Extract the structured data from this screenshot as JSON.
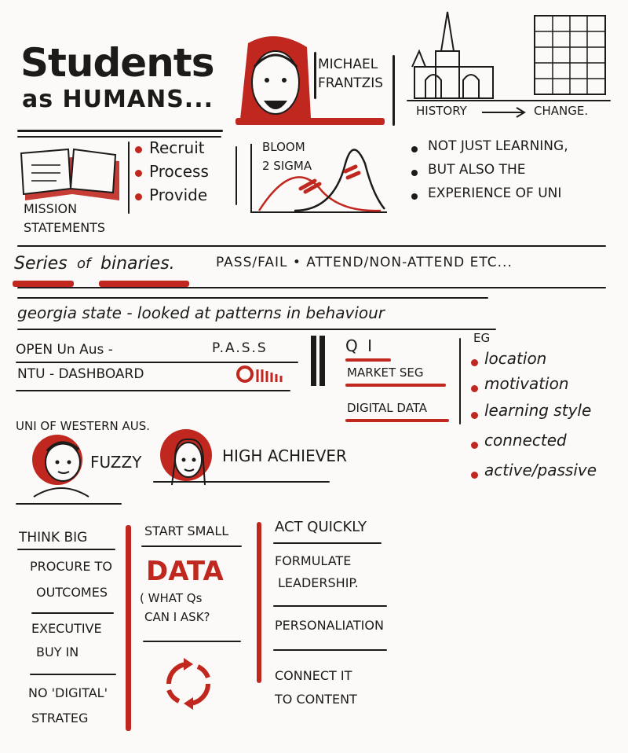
{
  "title": {
    "line1": "Students",
    "line2": "as HUMANS..."
  },
  "speaker": {
    "first": "MICHAEL",
    "last": "FRANTZIS"
  },
  "history": {
    "from": "HISTORY",
    "to": "CHANGE."
  },
  "mission": {
    "label1": "MISSION",
    "label2": "STATEMENTS"
  },
  "rpp": [
    "Recruit",
    "Process",
    "Provide"
  ],
  "bloom": {
    "line1": "BLOOM",
    "line2": "2 SIGMA"
  },
  "experience": [
    "NOT JUST LEARNING,",
    "BUT ALSO THE",
    "EXPERIENCE OF UNI"
  ],
  "binaries": {
    "series": "Series",
    "of": "of",
    "binaries": "binaries.",
    "rest": "PASS/FAIL • ATTEND/NON-ATTEND ETC..."
  },
  "georgia": "georgia state - looked at patterns in behaviour",
  "open_un": {
    "left": "OPEN Un Aus -",
    "right": "P.A.S.S"
  },
  "ntu": "NTU - DASHBOARD",
  "qi": [
    "Q I",
    "MARKET SEG",
    "DIGITAL DATA"
  ],
  "eg": {
    "label": "EG",
    "items": [
      "location",
      "motivation",
      "learning style",
      "connected",
      "active/passive"
    ]
  },
  "western": {
    "title": "UNI OF WESTERN AUS.",
    "fuzzy": "FUZZY",
    "achiever": "HIGH ACHIEVER"
  },
  "think_big": {
    "title": "THINK BIG",
    "items": [
      "PROCURE TO",
      "OUTCOMES",
      "EXECUTIVE",
      "BUY IN",
      "NO 'DIGITAL'",
      "STRATEG"
    ]
  },
  "start_small": {
    "title": "START SMALL",
    "data": "DATA",
    "q1": "( WHAT Qs",
    "q2": "CAN I ASK?"
  },
  "act_quickly": {
    "title": "ACT QUICKLY",
    "items": [
      "FORMULATE",
      "LEADERSHIP.",
      "PERSONALIATION",
      "CONNECT IT",
      "TO CONTENT"
    ]
  },
  "colors": {
    "ink": "#1d1b1a",
    "accent": "#c0281f"
  }
}
